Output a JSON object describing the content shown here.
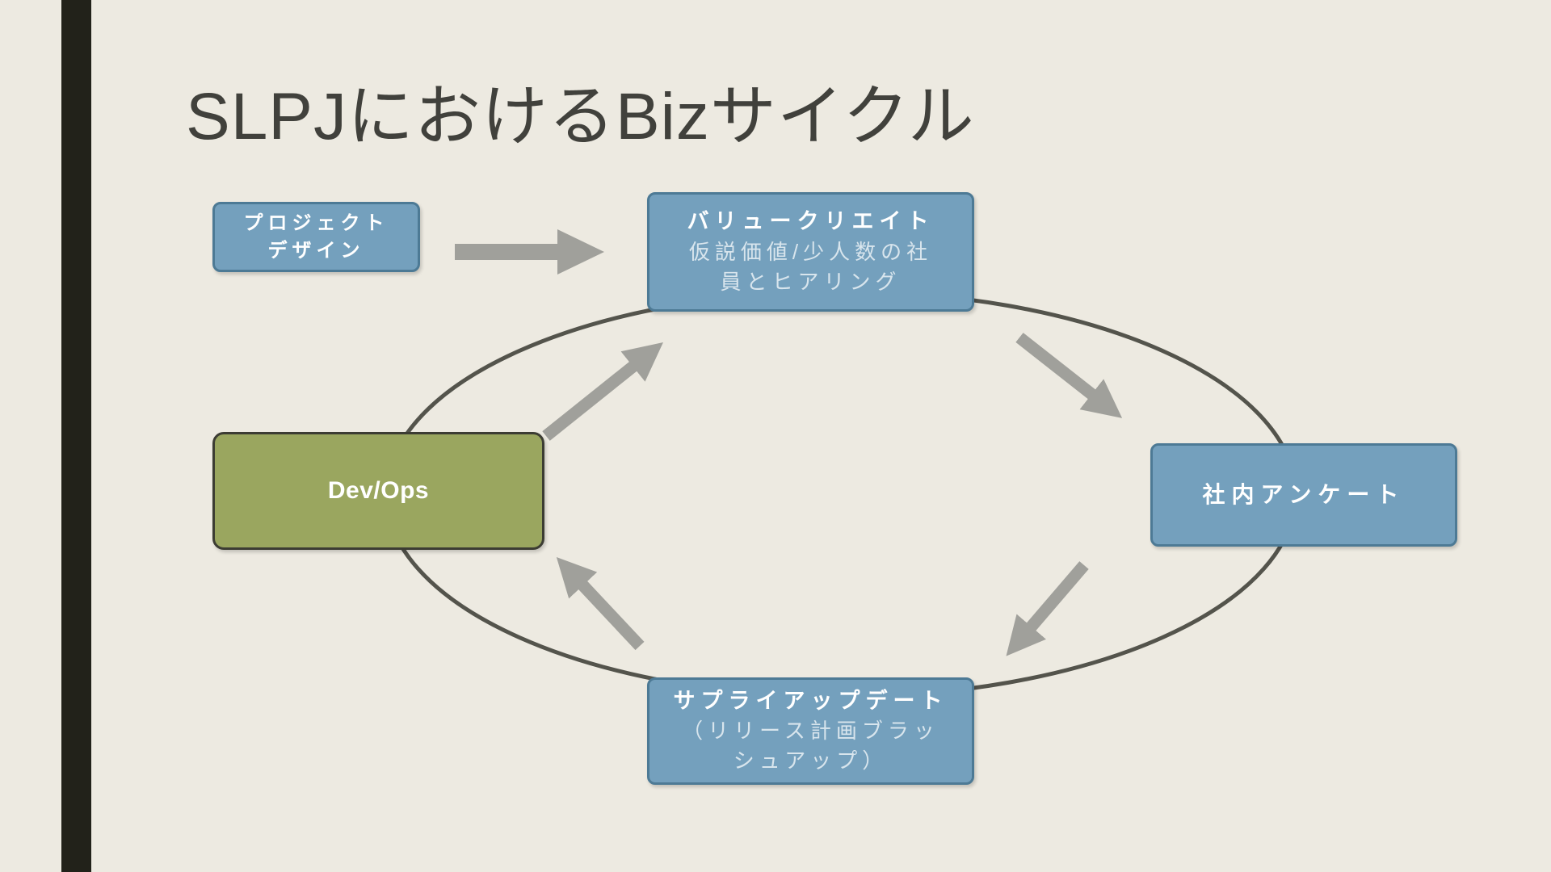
{
  "slide": {
    "title": "SLPJにおけるBizサイクル"
  },
  "boxes": {
    "project_design": {
      "label": "プロジェクト\nデザイン"
    },
    "value_create": {
      "title": "バリュークリエイト",
      "subtitle": "仮説価値/少人数の社\n員とヒアリング"
    },
    "internal_survey": {
      "label": "社内アンケート"
    },
    "dev_ops": {
      "label": "Dev/Ops"
    },
    "supply_update": {
      "title": "サプライアップデート",
      "subtitle": "（リリース計画ブラッ\nシュアップ）"
    }
  },
  "colors": {
    "background": "#edeae1",
    "sidebar": "#22221a",
    "title_text": "#41413c",
    "box_blue": "#74a0bd",
    "box_blue_border": "#4d7a95",
    "box_olive": "#9aa65f",
    "box_olive_border": "#3c3c33",
    "arrow": "#a0a09b",
    "ellipse": "#54544c"
  }
}
